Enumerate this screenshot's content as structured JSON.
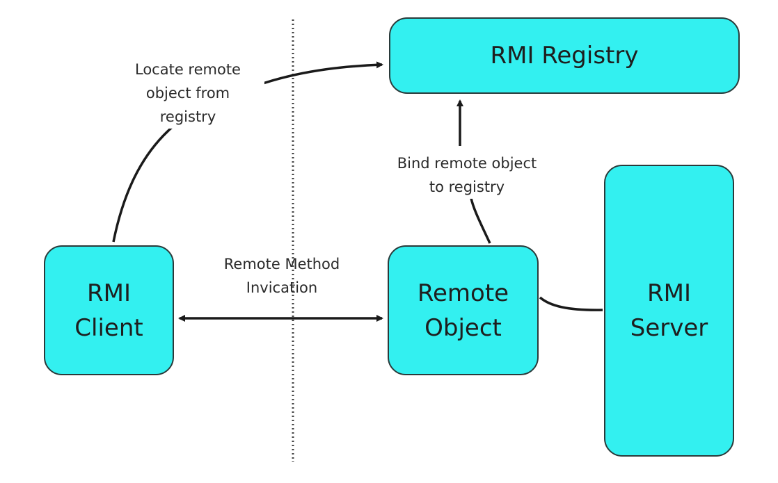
{
  "diagram": {
    "nodes": {
      "registry": {
        "label": "RMI Registry"
      },
      "client": {
        "label": "RMI\nClient"
      },
      "remote_object": {
        "label": "Remote\nObject"
      },
      "server": {
        "label": "RMI\nServer"
      }
    },
    "edges": {
      "locate": {
        "label": "Locate remote\nobject from\nregistry"
      },
      "bind": {
        "label": "Bind remote object\nto registry"
      },
      "invocation": {
        "label": "Remote Method\nInvication"
      }
    },
    "colors": {
      "box_fill": "#33f0f0",
      "box_border": "#2a3a3a",
      "connector": "#1a1a1a"
    }
  }
}
